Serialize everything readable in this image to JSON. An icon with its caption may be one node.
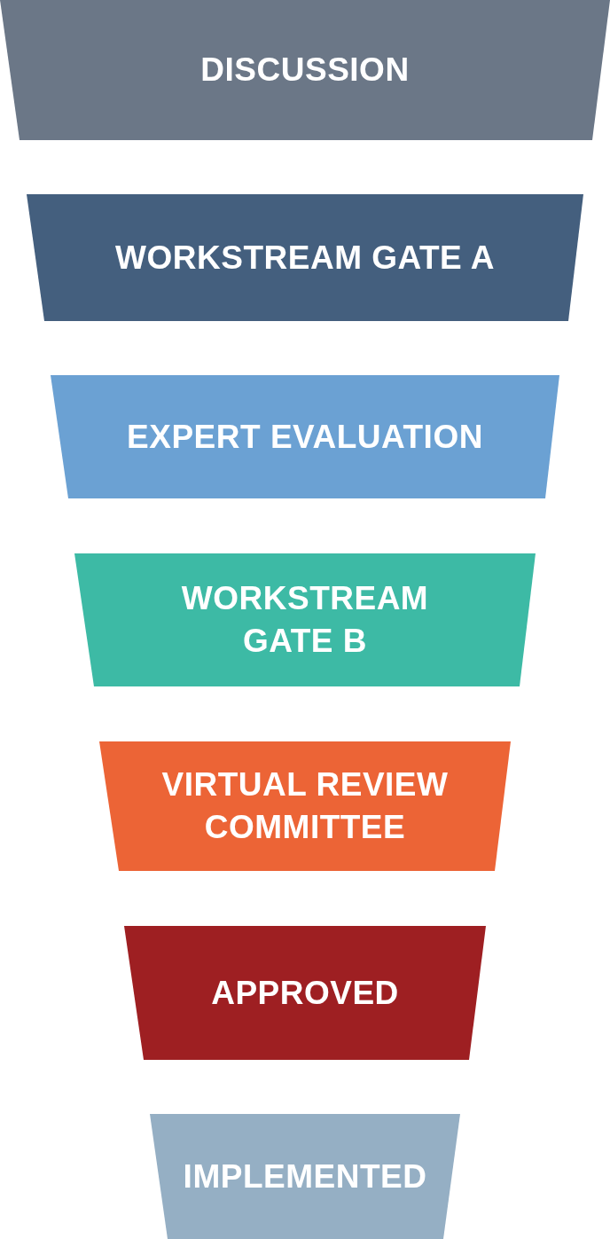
{
  "diagram": {
    "nodes": [
      {
        "text": [
          "DISCUSSION"
        ]
      },
      {
        "text": [
          "WORKSTREAM GATE A"
        ]
      },
      {
        "text": [
          "EXPERT EVALUATION"
        ]
      },
      {
        "text": [
          "WORKSTREAM GATE B"
        ]
      },
      {
        "text": [
          "VIRTUAL REVIEW COMMITTEE"
        ]
      },
      {
        "text": [
          "APPROVED"
        ]
      },
      {
        "text": [
          "IMPLEMENTED"
        ]
      }
    ],
    "edges": []
  }
}
